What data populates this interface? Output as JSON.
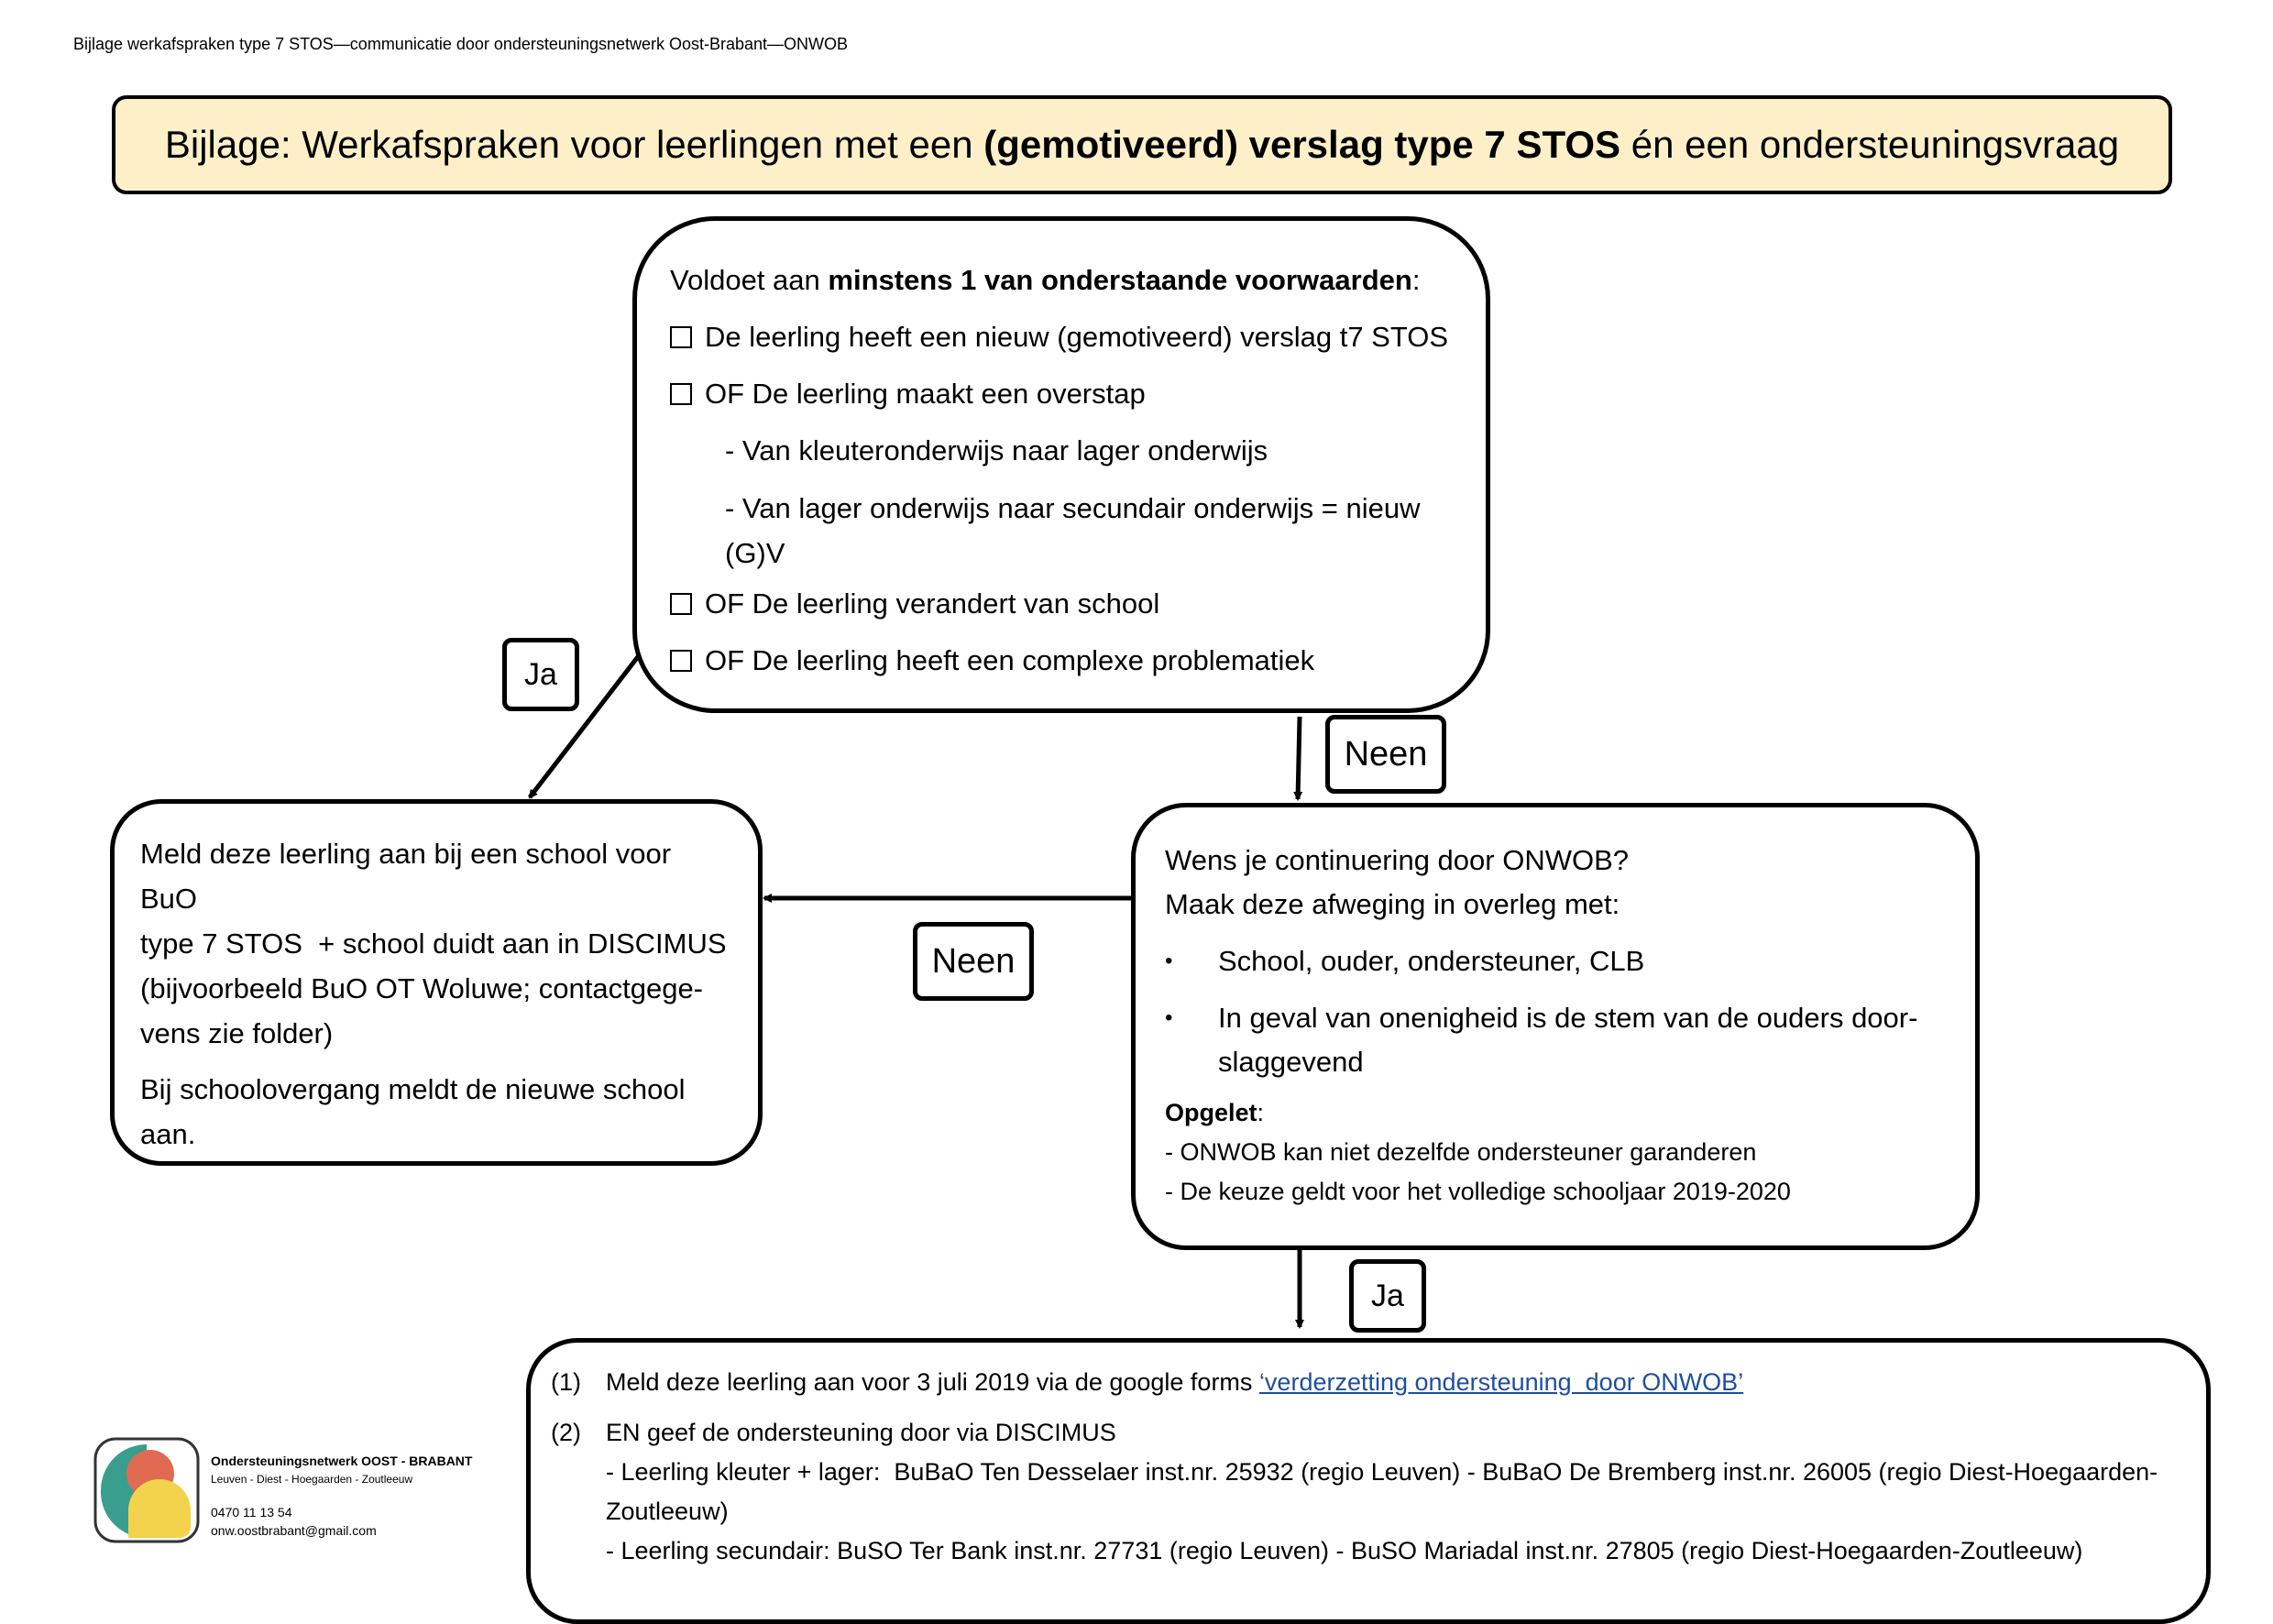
{
  "header_line": "Bijlage werkafspraken type 7 STOS—communicatie door ondersteuningsnetwerk Oost-Brabant—ONWOB",
  "title": {
    "prefix": "Bijlage: Werkafspraken voor leerlingen met een ",
    "bold": "(gemotiveerd) verslag type 7 STOS",
    "suffix": " én een ondersteuningsvraag"
  },
  "conditions_box": {
    "intro_prefix": "Voldoet aan ",
    "intro_bold": "minstens 1 van onderstaande voorwaarden",
    "intro_suffix": ":",
    "item1": "De leerling heeft een nieuw (gemotiveerd) verslag t7 STOS",
    "item2": "OF De leerling maakt een overstap",
    "sub1": "- Van kleuteronderwijs naar lager onderwijs",
    "sub2_line1": "- Van lager onderwijs naar secundair onderwijs = nieuw",
    "sub2_line2": "(G)V",
    "item3": "OF De leerling verandert van school",
    "item4": "OF De leerling heeft een complexe problematiek"
  },
  "labels": {
    "ja_left": "Ja",
    "neen_top": "Neen",
    "neen_mid": "Neen",
    "ja_bottom": "Ja"
  },
  "left_box": {
    "line1": "Meld deze leerling aan bij een school voor BuO",
    "line2": "type 7 STOS  + school duidt aan in DISCIMUS",
    "line3": "(bijvoorbeeld BuO OT Woluwe; contactgege-",
    "line4": "vens zie folder)",
    "line5": "Bij schoolovergang meldt de nieuwe school",
    "line6": "aan."
  },
  "right_box": {
    "line1": "Wens je continuering door ONWOB?",
    "line2": "Maak deze afweging in overleg met:",
    "bullet1": "School, ouder, ondersteuner, CLB",
    "bullet2_line1": "In geval van onenigheid is de stem van de ouders door-",
    "bullet2_line2": "slaggevend",
    "note_title": "Opgelet",
    "note_colon": ":",
    "note1": "- ONWOB kan niet dezelfde ondersteuner garanderen",
    "note2": "- De keuze geldt voor het volledige schooljaar 2019-2020"
  },
  "bottom_box": {
    "n1": "(1)",
    "item1_text": "Meld deze leerling aan voor 3 juli 2019 via de google forms ",
    "item1_link": "‘verderzetting ondersteuning  door ONWOB’",
    "n2": "(2)",
    "item2_line1": "EN geef de ondersteuning door via DISCIMUS",
    "item2_line2": "- Leerling kleuter + lager:  BuBaO Ten Desselaer inst.nr. 25932 (regio Leuven) - BuBaO De Bremberg inst.nr. 26005 (regio Diest-Hoegaarden-",
    "item2_line3": "Zoutleeuw)",
    "item2_line4": "- Leerling secundair: BuSO Ter Bank inst.nr. 27731 (regio Leuven) - BuSO Mariadal inst.nr. 27805 (regio Diest-Hoegaarden-Zoutleeuw)"
  },
  "logo": {
    "name": "Ondersteuningsnetwerk OOST - BRABANT",
    "regions": "Leuven - Diest - Hoegaarden - Zoutleeuw",
    "phone": "0470 11 13 54",
    "email": "onw.oostbrabant@gmail.com",
    "colors": {
      "teal": "#3a9e8f",
      "red": "#e06a52",
      "yellow": "#f2d34b"
    }
  },
  "colors": {
    "title_bg": "#fdf0c8",
    "link": "#1f4e9a"
  }
}
